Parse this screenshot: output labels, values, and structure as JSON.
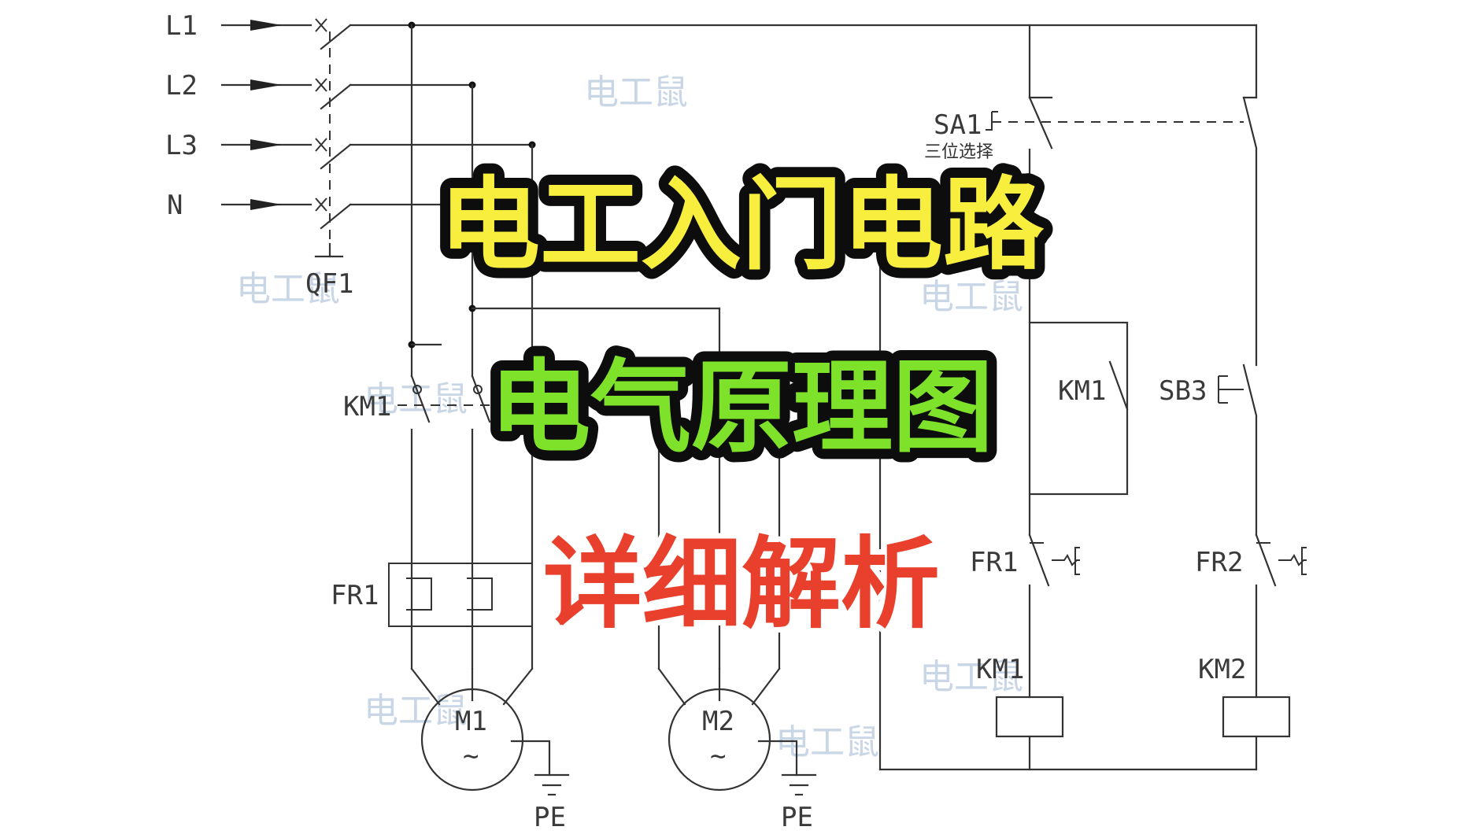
{
  "phase_labels": [
    "L1",
    "L2",
    "L3",
    "N"
  ],
  "breaker_label": "QF1",
  "contactor_main_label": "KM1",
  "overload_main_label": "FR1",
  "motors": [
    {
      "name": "M1",
      "symbol": "~"
    },
    {
      "name": "M2",
      "symbol": "~"
    }
  ],
  "earth_labels": [
    "PE",
    "PE"
  ],
  "control": {
    "selector_label": "SA1",
    "selector_note": "三位选择",
    "aux_contact_label": "KM1",
    "stop_button_label": "SB3",
    "overload_contacts": [
      "FR1",
      "FR2"
    ],
    "coils": [
      "KM1",
      "KM2"
    ]
  },
  "watermark": "电工鼠",
  "titles": {
    "line1": "电工入门电路",
    "line2": "电气原理图",
    "line3": "详细解析"
  },
  "colors": {
    "line1_fill": "#f7ee3e",
    "line2_fill": "#7ee22a",
    "line3_fill": "#e8402c",
    "title_outline": "#0d0d0d",
    "watermark": "#c9d6e6",
    "wiring": "#333333"
  }
}
